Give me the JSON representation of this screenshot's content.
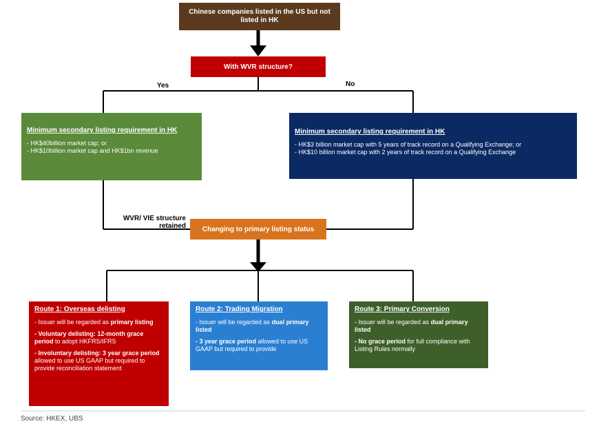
{
  "top": {
    "text": "Chinese companies listed in the US but not listed in HK"
  },
  "question": {
    "text": "With WVR structure?"
  },
  "labels": {
    "yes": "Yes",
    "no": "No",
    "retained": "WVR/ VIE structure retained"
  },
  "green_box": {
    "title": "Minimum secondary listing requirement in HK",
    "lines": [
      "- HK$40billion market cap; or",
      "- HK$10billion market cap and HK$1bn revenue"
    ]
  },
  "navy_box": {
    "title": "Minimum secondary listing requirement in HK",
    "lines": [
      "- HK$3 billion market cap with 5 years of track record on a Qualifying Exchange; or",
      "- HK$10 billion market cap with 2 years of track record on a Qualifying Exchange"
    ]
  },
  "changing": {
    "text": "Changing to primary listing status"
  },
  "route1": {
    "title": "Route 1: Overseas delisting",
    "p1_pre": "- Issuer will be regarded as ",
    "p1_bold": "primary listing",
    "p2_bold": "- Voluntary delisting: 12-month grace period",
    "p2_post": " to adopt HKFRS/IFRS",
    "p3_bold": "- Involuntary delisting: 3 year grace period",
    "p3_post": " allowed to use US GAAP but required to provide reconciliation statement"
  },
  "route2": {
    "title": "Route 2: Trading Migration",
    "p1_pre": "- Issuer will be regarded as ",
    "p1_bold": "dual primary listed",
    "p2_bold": "- 3 year grace period",
    "p2_post": " allowed to use US GAAP but required to provide"
  },
  "route3": {
    "title": "Route 3: Primary Conversion",
    "p1_pre": "- Issuer will be regarded as ",
    "p1_bold": "dual primary listed",
    "p2_bold": "- No grace period",
    "p2_post": " for full compliance with Listing Rules normally"
  },
  "source": {
    "text": "Source: HKEX, UBS"
  },
  "colors": {
    "brown": "#5b3a1e",
    "red": "#c00000",
    "green": "#5a8a3a",
    "navy": "#0b2a63",
    "orange": "#d9741e",
    "blue": "#2a7fd2",
    "darkgreen": "#3f5f2a"
  }
}
